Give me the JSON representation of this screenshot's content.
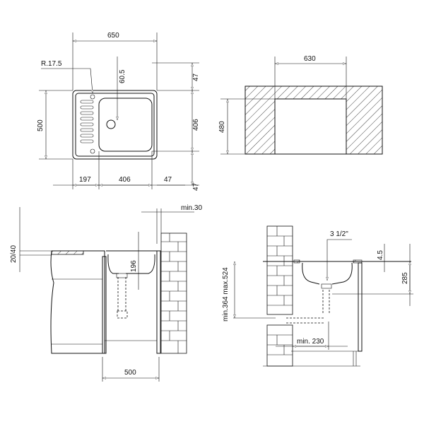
{
  "plan_view": {
    "width_label": "650",
    "radius_label": "R.17.5",
    "drain_offset_label": "60.5",
    "depth_label": "500",
    "right_top_label": "47",
    "right_mid_label": "406",
    "right_bottom_label": "47",
    "bottom_left_label": "197",
    "bottom_mid_label": "406",
    "bottom_right_label": "47"
  },
  "cutout_view": {
    "width_label": "630",
    "height_label": "480"
  },
  "section_left": {
    "wall_gap_label": "min.30",
    "worktop_label": "20/40",
    "bowl_depth_label": "196",
    "cabinet_label": "500"
  },
  "section_right": {
    "drain_label": "3 1/2\"",
    "rim_label": "4.5",
    "depth_label": "285",
    "height_label": "min.364 max.524",
    "wall_label": "min. 230"
  }
}
